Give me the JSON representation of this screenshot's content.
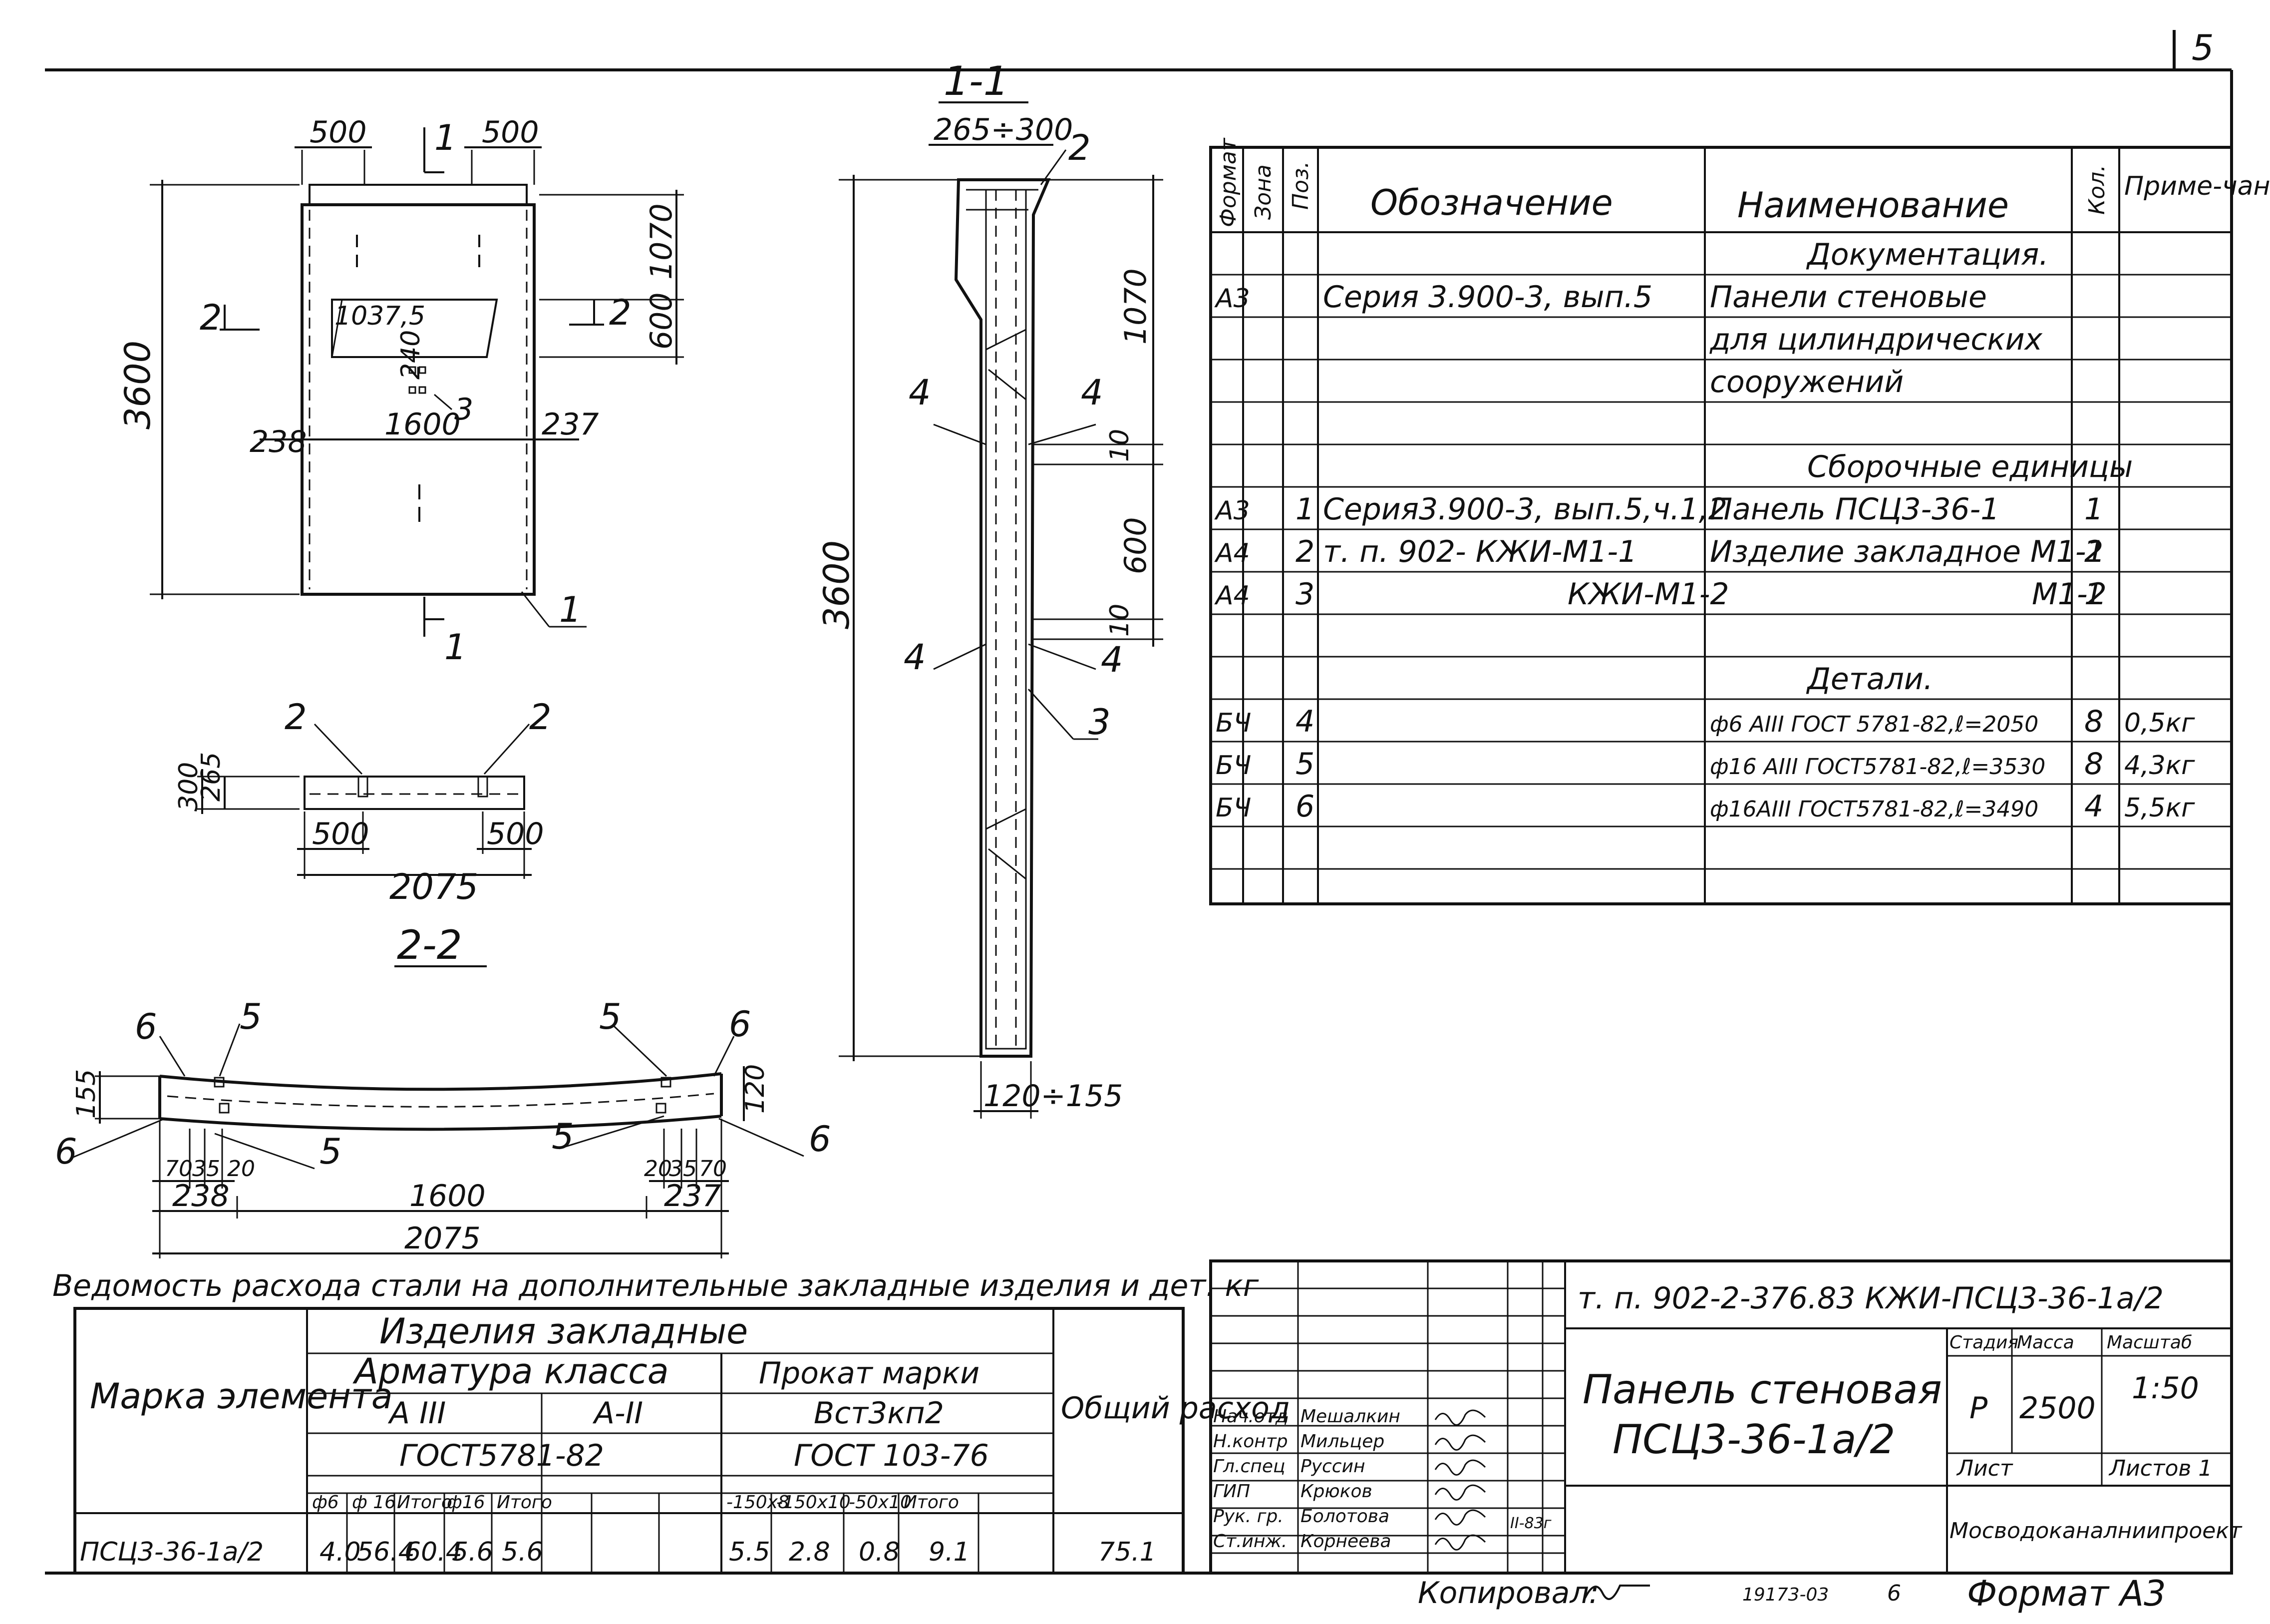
{
  "page_number": "5",
  "elevation": {
    "dims": {
      "top_left": "500",
      "top_right": "500",
      "height": "3600",
      "upper": "1070",
      "opening": "600",
      "opening_w": "1037,5",
      "opening_off": "240",
      "bottom_left": "238",
      "bottom_mid": "1600",
      "bottom_right": "237"
    },
    "section_cut_1": "1",
    "section_cut_2": "2",
    "callouts": {
      "c1": "1",
      "c3": "3"
    }
  },
  "plan_top": {
    "dims": {
      "h300": "300",
      "h265": "265",
      "w500_left": "500",
      "w500_right": "500",
      "total": "2075"
    },
    "callouts": {
      "left": "2",
      "right": "2"
    },
    "title": "2-2"
  },
  "section_22": {
    "callouts": {
      "c6_top_left": "6",
      "c5_top_left": "5",
      "c5_top_right": "5",
      "c6_top_right": "6",
      "c6_bot_left": "6",
      "c5_bot_left": "5",
      "c5_bot_right": "5",
      "c6_bot_right": "6"
    },
    "dims": {
      "h155": "155",
      "h120": "120",
      "d70_l": "70",
      "d35_l": "35",
      "d20_l": "20",
      "d20_r": "20",
      "d35_r": "35",
      "d70_r": "70",
      "w238": "238",
      "w1600": "1600",
      "w237": "237",
      "w2075": "2075"
    }
  },
  "section_11": {
    "title": "1-1",
    "dims": {
      "top": "265÷300",
      "height": "3600",
      "d1070": "1070",
      "d10_a": "10",
      "d600": "600",
      "d10_b": "10",
      "bottom": "120÷155"
    },
    "callouts": {
      "c2": "2",
      "c4_a": "4",
      "c4_b": "4",
      "c4_c": "4",
      "c4_d": "4",
      "c3": "3"
    }
  },
  "spec_table": {
    "headers": {
      "format": "Формат",
      "zone": "Зона",
      "pos": "Поз.",
      "designation": "Обозначение",
      "name": "Наименование",
      "qty": "Кол.",
      "note": "Приме-чание"
    },
    "rows": [
      {
        "format": "",
        "pos": "",
        "designation": "",
        "name": "Документация.",
        "qty": "",
        "note": ""
      },
      {
        "format": "А3",
        "pos": "",
        "designation": "Серия 3.900-3, вып.5",
        "name": "Панели стеновые",
        "qty": "",
        "note": ""
      },
      {
        "format": "",
        "pos": "",
        "designation": "",
        "name": "для цилиндрических",
        "qty": "",
        "note": ""
      },
      {
        "format": "",
        "pos": "",
        "designation": "",
        "name": "сооружений",
        "qty": "",
        "note": ""
      },
      {
        "format": "",
        "pos": "",
        "designation": "",
        "name": "",
        "qty": "",
        "note": ""
      },
      {
        "format": "",
        "pos": "",
        "designation": "",
        "name": "Сборочные единицы",
        "qty": "",
        "note": ""
      },
      {
        "format": "А3",
        "pos": "1",
        "designation": "Серия3.900-3, вып.5,ч.1,2",
        "name": "Панель ПСЦ3-36-1",
        "qty": "1",
        "note": ""
      },
      {
        "format": "А4",
        "pos": "2",
        "designation": "т. п. 902-            КЖИ-М1-1",
        "name": "Изделие закладное М1-1",
        "qty": "2",
        "note": ""
      },
      {
        "format": "А4",
        "pos": "3",
        "designation": "КЖИ-М1-2",
        "name": "М1-2",
        "qty": "1",
        "note": ""
      },
      {
        "format": "",
        "pos": "",
        "designation": "",
        "name": "",
        "qty": "",
        "note": ""
      },
      {
        "format": "",
        "pos": "",
        "designation": "",
        "name": "Детали.",
        "qty": "",
        "note": ""
      },
      {
        "format": "БЧ",
        "pos": "4",
        "designation": "",
        "name": "ф6 АIII ГОСТ 5781-82,ℓ=2050",
        "qty": "8",
        "note": "0,5кг"
      },
      {
        "format": "БЧ",
        "pos": "5",
        "designation": "",
        "name": "ф16 АIII ГОСТ5781-82,ℓ=3530",
        "qty": "8",
        "note": "4,3кг"
      },
      {
        "format": "БЧ",
        "pos": "6",
        "designation": "",
        "name": "ф16АIII ГОСТ5781-82,ℓ=3490",
        "qty": "4",
        "note": "5,5кг"
      }
    ]
  },
  "steel_table": {
    "caption": "Ведомость расхода стали на дополнительные закладные изделия и дет. кг",
    "mark_header": "Марка элемента",
    "group": "Изделия закладные",
    "rebar": "Арматура класса",
    "rolled": "Прокат марки",
    "class_a3": "А III",
    "class_a2": "А-II",
    "steel_grade": "Вст3кп2",
    "gost_rebar": "ГОСТ5781-82",
    "gost_rolled": "ГОСТ 103-76",
    "total_header": "Общий расход",
    "cols": [
      "ф6",
      "ф 16",
      "Итого",
      "ф16",
      "Итого",
      "-150х8",
      "-150х10",
      "-50х10",
      "Итого"
    ],
    "row": {
      "mark": "ПСЦ3-36-1а/2",
      "values": [
        "4.0",
        "56.4",
        "60.4",
        "5.6",
        "5.6",
        "5.5",
        "2.8",
        "0.8",
        "9.1"
      ],
      "total": "75.1"
    }
  },
  "title_block": {
    "code": "т. п. 902-2-376.83   КЖИ-ПСЦ3-36-1а/2",
    "title_line1": "Панель стеновая",
    "title_line2": "ПСЦ3-36-1а/2",
    "stage_label": "Стадия",
    "mass_label": "Масса",
    "scale_label": "Масштаб",
    "stage": "Р",
    "mass": "2500",
    "scale": "1:50",
    "sheet_label": "Лист",
    "sheets_label": "Листов 1",
    "org": "Мосводоканалниипроект",
    "people": [
      {
        "role": "Нач.отд",
        "name": "Мешалкин"
      },
      {
        "role": "Н.контр",
        "name": "Мильцер"
      },
      {
        "role": "Гл.спец",
        "name": "Руссин"
      },
      {
        "role": "ГИП",
        "name": "Крюков"
      },
      {
        "role": "Рук. гр.",
        "name": "Болотова"
      },
      {
        "role": "Ст.инж.",
        "name": "Корнеева"
      }
    ],
    "date": "II-83г"
  },
  "footer": {
    "copied": "Копировал:",
    "num": "19173-03",
    "sheet": "6",
    "format": "Формат А3"
  }
}
